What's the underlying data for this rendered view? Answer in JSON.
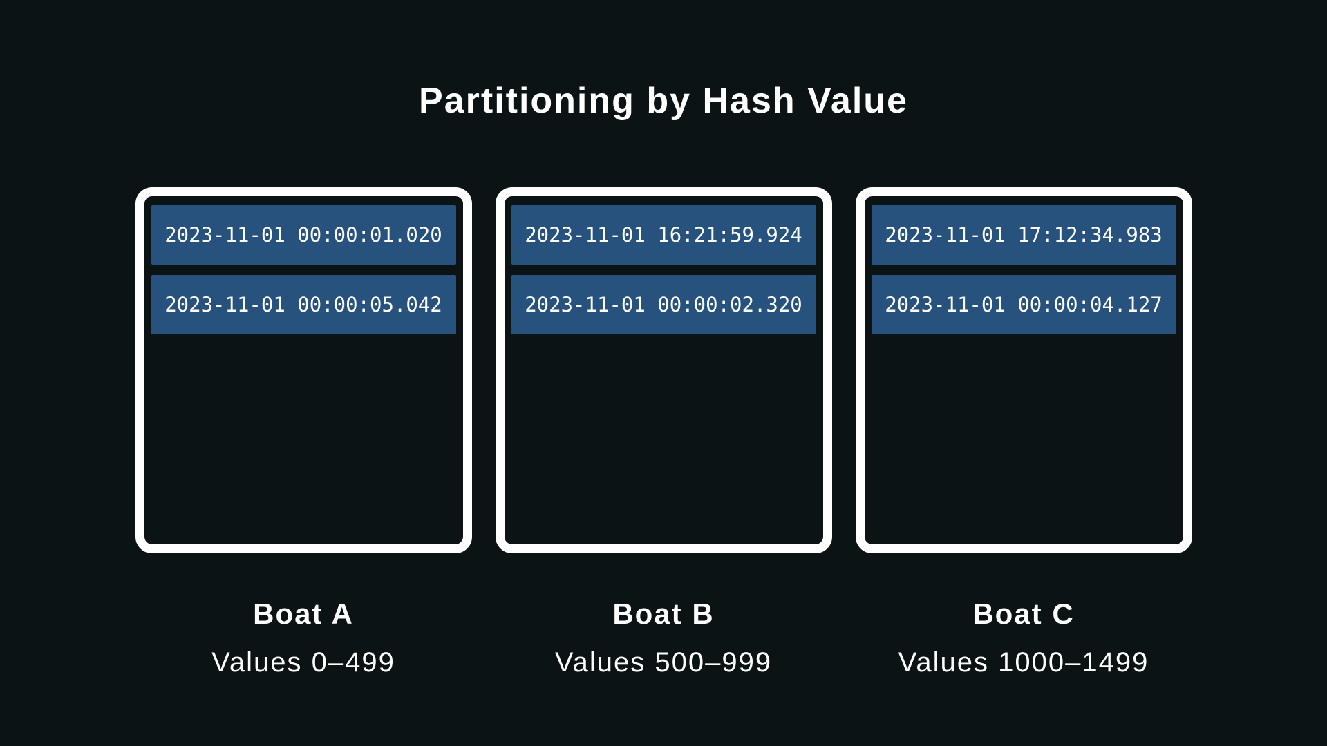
{
  "title": "Partitioning by Hash Value",
  "partitions": [
    {
      "name": "Boat A",
      "range": "Values 0–499",
      "rows": [
        "2023-11-01 00:00:01.020",
        "2023-11-01 00:00:05.042"
      ]
    },
    {
      "name": "Boat B",
      "range": "Values 500–999",
      "rows": [
        "2023-11-01 16:21:59.924",
        "2023-11-01 00:00:02.320"
      ]
    },
    {
      "name": "Boat C",
      "range": "Values 1000–1499",
      "rows": [
        "2023-11-01 17:12:34.983",
        "2023-11-01 00:00:04.127"
      ]
    }
  ],
  "colors": {
    "background": "#0b1315",
    "box_border": "#ffffff",
    "row_fill": "#26527d",
    "text": "#ffffff"
  }
}
